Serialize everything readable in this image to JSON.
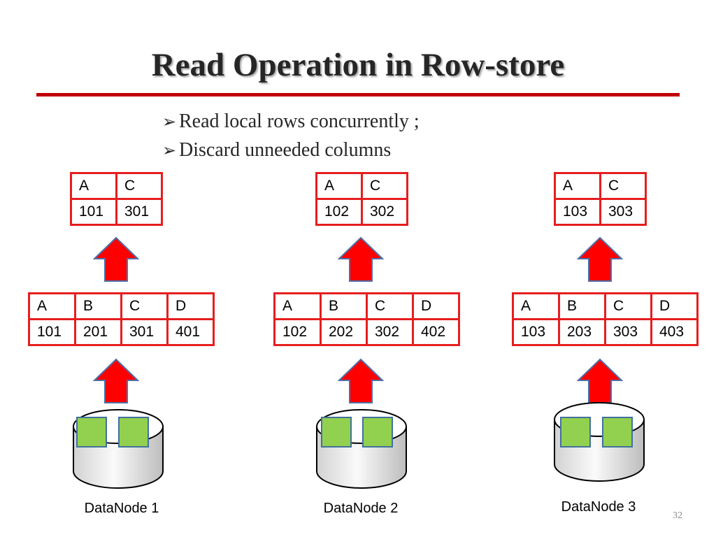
{
  "slide": {
    "title": "Read Operation in Row-store",
    "bullet_marker": "➢",
    "bullets": [
      "Read local rows concurrently ;",
      "Discard unneeded columns"
    ],
    "page_number": "32"
  },
  "colors": {
    "table_border": "#e61e1e",
    "arrow_fill": "#ff0000",
    "arrow_stroke": "#4f6fa8",
    "block_fill": "#92d050",
    "block_stroke": "#41719c",
    "title_rule": "#c00000"
  },
  "nodes": [
    {
      "label": "DataNode 1",
      "full_row": {
        "headers": [
          "A",
          "B",
          "C",
          "D"
        ],
        "values": [
          "101",
          "201",
          "301",
          "401"
        ]
      },
      "projected_row": {
        "headers": [
          "A",
          "C"
        ],
        "values": [
          "101",
          "301"
        ]
      }
    },
    {
      "label": "DataNode 2",
      "full_row": {
        "headers": [
          "A",
          "B",
          "C",
          "D"
        ],
        "values": [
          "102",
          "202",
          "302",
          "402"
        ]
      },
      "projected_row": {
        "headers": [
          "A",
          "C"
        ],
        "values": [
          "102",
          "302"
        ]
      }
    },
    {
      "label": "DataNode 3",
      "full_row": {
        "headers": [
          "A",
          "B",
          "C",
          "D"
        ],
        "values": [
          "103",
          "203",
          "303",
          "403"
        ]
      },
      "projected_row": {
        "headers": [
          "A",
          "C"
        ],
        "values": [
          "103",
          "303"
        ]
      }
    }
  ],
  "icons": {
    "arrow": "up-arrow-icon",
    "disk": "database-cylinder-icon",
    "block": "data-block-icon"
  }
}
